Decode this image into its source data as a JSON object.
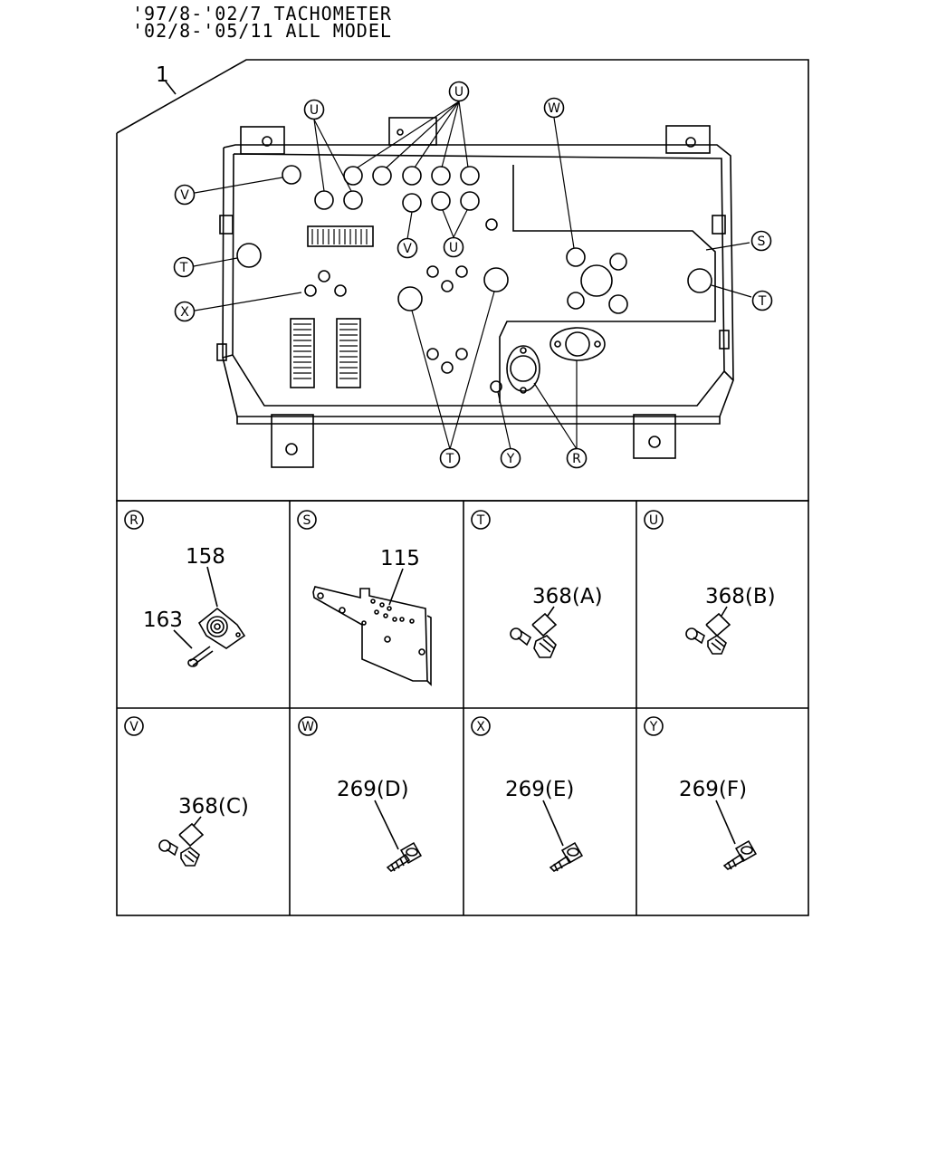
{
  "header": {
    "line1": "'97/8-'02/7 TACHOMETER",
    "line2": "'02/8-'05/11 ALL MODEL"
  },
  "main": {
    "assembly_ref": "1",
    "callouts": [
      "U",
      "U",
      "W",
      "V",
      "S",
      "T",
      "T",
      "V",
      "U",
      "X",
      "T",
      "Y",
      "R"
    ]
  },
  "details": [
    {
      "key": "R",
      "parts": [
        "158",
        "163"
      ]
    },
    {
      "key": "S",
      "parts": [
        "115"
      ]
    },
    {
      "key": "T",
      "parts": [
        "368(A)"
      ]
    },
    {
      "key": "U",
      "parts": [
        "368(B)"
      ]
    },
    {
      "key": "V",
      "parts": [
        "368(C)"
      ]
    },
    {
      "key": "W",
      "parts": [
        "269(D)"
      ]
    },
    {
      "key": "X",
      "parts": [
        "269(E)"
      ]
    },
    {
      "key": "Y",
      "parts": [
        "269(F)"
      ]
    }
  ]
}
